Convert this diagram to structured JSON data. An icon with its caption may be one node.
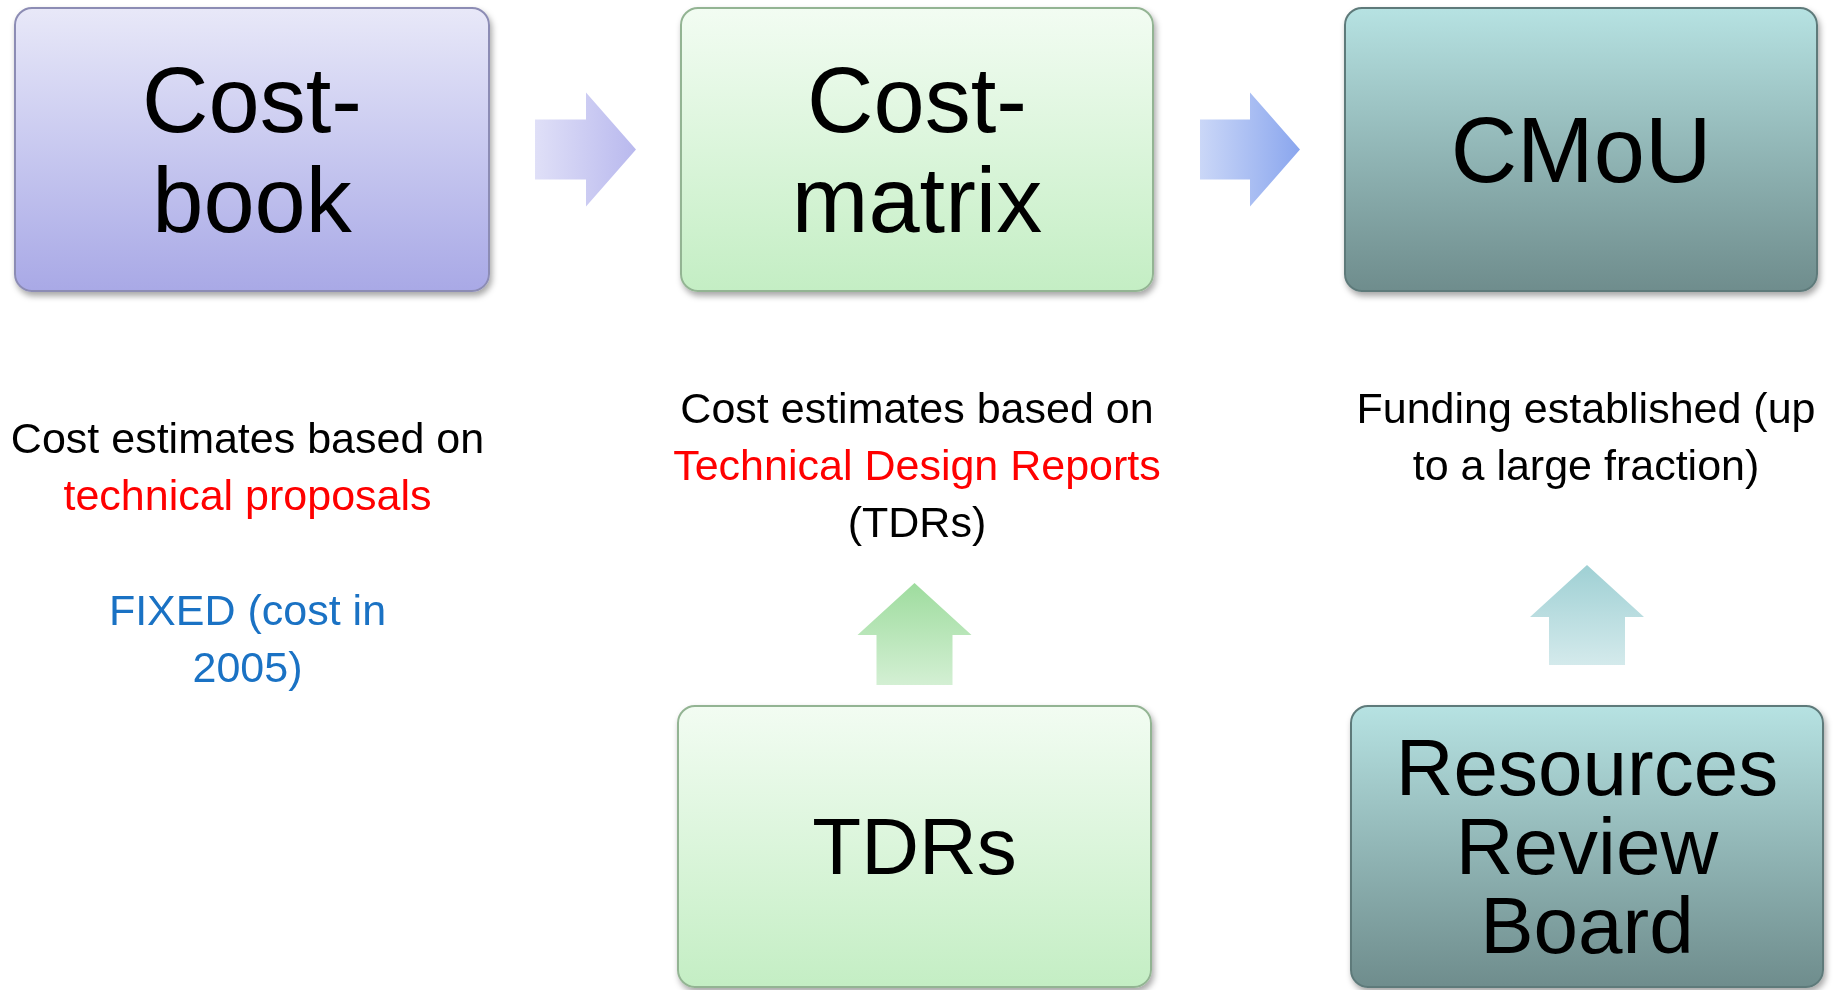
{
  "diagram": {
    "nodes": [
      {
        "text": [
          "Cost-book"
        ]
      },
      {
        "text": [
          "Cost-matrix"
        ]
      },
      {
        "text": [
          "CMoU"
        ]
      },
      {
        "text": [
          "Cost estimates based on **Technical Design Reports** (TDRs)"
        ]
      },
      {
        "text": [
          "Funding established (up to a large fraction)"
        ]
      },
      {
        "text": [
          "TDRs"
        ]
      },
      {
        "text": [
          "Resources Review Board"
        ]
      }
    ],
    "edges": [
      {
        "from": 0,
        "to": 1,
        "arrow": "to",
        "style": "thick",
        "color": "#b9b9ee"
      },
      {
        "from": 1,
        "to": 2,
        "arrow": "to",
        "style": "thick",
        "color": "#8aa6ee"
      },
      {
        "from": 5,
        "to": 3,
        "arrow": "to",
        "style": "thick",
        "color": "#9edc9e"
      },
      {
        "from": 6,
        "to": 4,
        "arrow": "to",
        "style": "thick",
        "color": "#9fd0d4"
      }
    ],
    "labels": [
      "Cost estimates based on **technical proposals**",
      "FIXED (cost in 2005)"
    ]
  }
}
